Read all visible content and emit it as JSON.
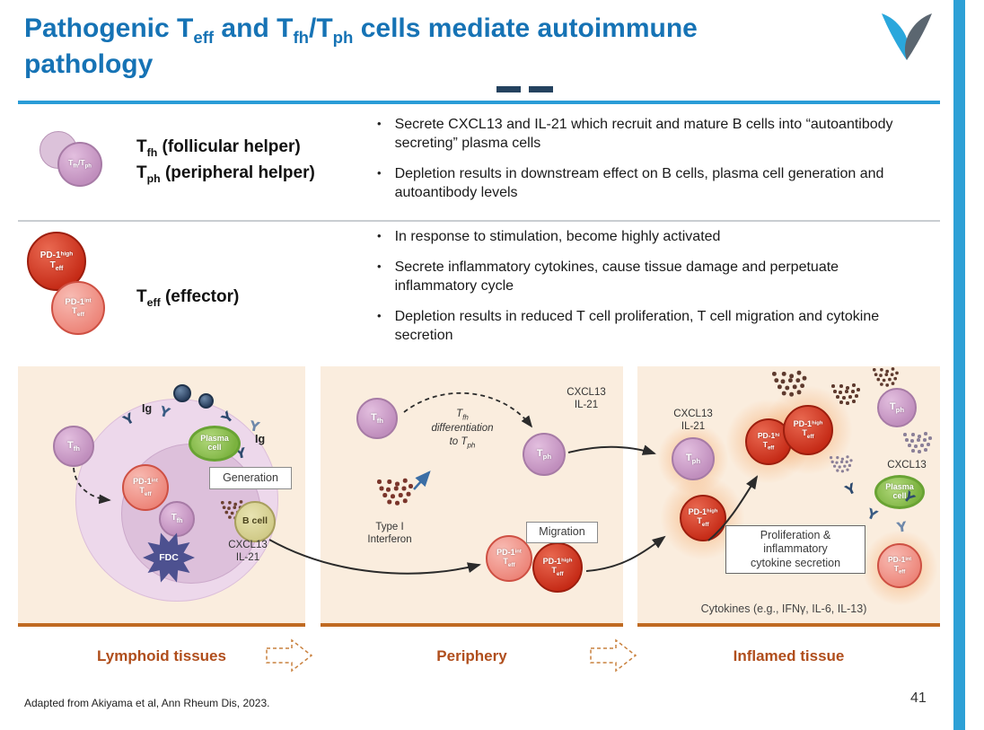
{
  "icons": {
    "antibody": "Y",
    "bullet": "•"
  },
  "gloss": {
    "T": "T",
    "fh": "fh",
    "ph": "ph",
    "eff": "eff",
    "slash": "/",
    "PD1": "PD-1",
    "high": "high",
    "hi": "hi",
    "int": "int"
  },
  "title": {
    "s0": "Pathogenic T",
    "s1": "eff",
    "s2": " and T",
    "s3": "fh",
    "s4": "/T",
    "s5": "ph",
    "s6": " cells mediate autoimmune",
    "s7": "pathology"
  },
  "legend_tfh": {
    "rest1": " (follicular helper)",
    "rest2": " (peripheral helper)",
    "bullets": [
      "Secrete CXCL13 and IL-21 which recruit and mature B cells into “autoantibody secreting” plasma cells",
      "Depletion results in downstream effect on B cells, plasma cell generation and autoantibody levels"
    ]
  },
  "legend_teff": {
    "rest": " (effector)",
    "bullets": [
      "In response to stimulation, become highly activated",
      "Secrete inflammatory cytokines, cause tissue damage and perpetuate inflammatory cycle",
      "Depletion results in reduced T cell proliferation, T cell migration and cytokine secretion"
    ]
  },
  "panel1": {
    "caption": "Lymphoid tissues",
    "ig": "Ig",
    "plasma_l1": "Plasma",
    "plasma_l2": "cell",
    "generation": "Generation",
    "bcell": "B cell",
    "fdc": "FDC",
    "cxcl13": "CXCL13",
    "il21": "IL-21"
  },
  "panel2": {
    "caption": "Periphery",
    "diff_l2": "differentiation",
    "diff_to": "to ",
    "cxcl13": "CXCL13",
    "il21": "IL-21",
    "ifn_l1": "Type I",
    "ifn_l2": "Interferon",
    "migration": "Migration"
  },
  "panel3": {
    "caption": "Inflamed tissue",
    "cxcl13": "CXCL13",
    "il21": "IL-21",
    "cxcl13_only": "CXCL13",
    "plasma_l1": "Plasma",
    "plasma_l2": "cell",
    "prolif_l1": "Proliferation &",
    "prolif_l2": "inflammatory",
    "prolif_l3": "cytokine secretion",
    "cytokines": "Cytokines (e.g., IFNγ, IL-6, IL-13)"
  },
  "footer": {
    "source": "Adapted from Akiyama et al, Ann Rheum Dis, 2023.",
    "page": "41"
  }
}
